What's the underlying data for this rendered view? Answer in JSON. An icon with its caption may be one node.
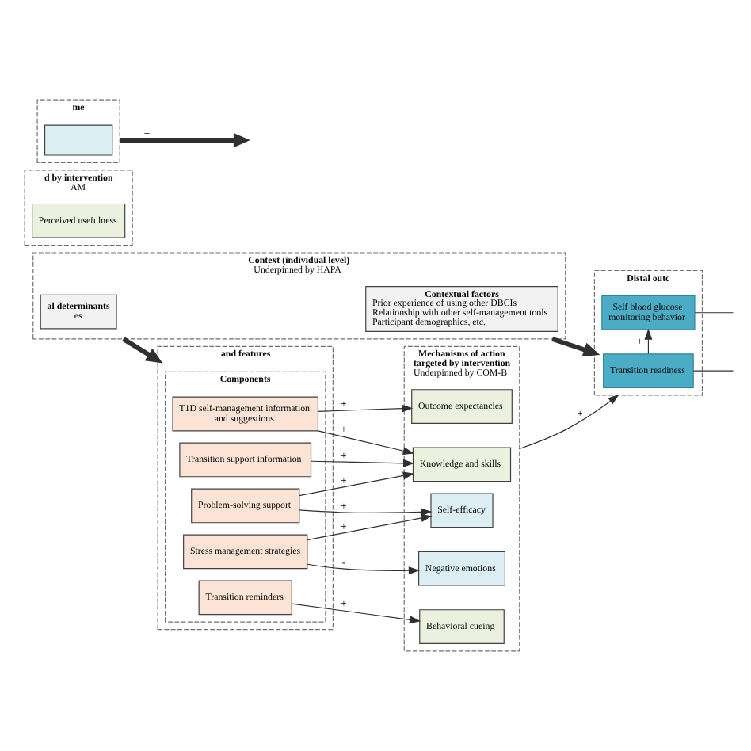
{
  "diagram": {
    "nodes": [
      {
        "text": [
          "Context (individual level)",
          "Underpinned by HAPA"
        ]
      },
      {
        "text": [
          "al determinants",
          "es"
        ],
        "in": 0
      },
      {
        "text": [
          "Contextual factors",
          "Prior experience of using other DBCIs",
          "Relationship with other self-management tools",
          "Participant demographics, etc."
        ],
        "in": 0
      },
      {
        "text": [
          "and features"
        ]
      },
      {
        "text": [
          "Components"
        ],
        "in": 3
      },
      {
        "text": [
          "T1D self-management information and suggestions"
        ],
        "in": 4
      },
      {
        "text": [
          "Transition support information"
        ],
        "in": 4
      },
      {
        "text": [
          "Problem-solving support"
        ],
        "in": 4
      },
      {
        "text": [
          "Stress management strategies"
        ],
        "in": 4
      },
      {
        "text": [
          "Transition reminders"
        ],
        "in": 4
      },
      {
        "text": [
          "Mechanisms of action targeted by intervention",
          "Underpinned by COM-B"
        ]
      },
      {
        "text": [
          "Knowledge and skills"
        ],
        "in": 10
      },
      {
        "text": [
          "Outcome expectancies"
        ],
        "in": 10
      },
      {
        "text": [
          "Self-efficacy"
        ],
        "in": 10
      },
      {
        "text": [
          "Negative emotions"
        ],
        "in": 10
      },
      {
        "text": [
          "Behavioral cueing"
        ],
        "in": 10
      },
      {
        "text": [
          "Distal outc"
        ]
      },
      {
        "text": [
          "Transition readiness"
        ],
        "in": 16
      },
      {
        "text": [
          "Self blood glucose monitoring behavior"
        ],
        "in": 16
      },
      {
        "text": [
          "d by intervention",
          "AM"
        ]
      },
      {
        "text": [
          "Perceived usefulness"
        ],
        "in": 19
      },
      {
        "text": [
          "me"
        ]
      },
      {
        "text": [],
        "shape": "box",
        "in": 21
      }
    ],
    "edges": [
      {
        "from": 0,
        "to": 3,
        "arrow": "to",
        "style": "thick"
      },
      {
        "from": 0,
        "to": 16,
        "arrow": "to",
        "style": "thick"
      },
      {
        "from": 5,
        "to": 11,
        "arrow": "to",
        "label": "+"
      },
      {
        "from": 5,
        "to": 12,
        "arrow": "to",
        "label": "+"
      },
      {
        "from": 6,
        "to": 11,
        "arrow": "to",
        "label": "+"
      },
      {
        "from": 7,
        "to": 11,
        "arrow": "to",
        "label": "+"
      },
      {
        "from": 7,
        "to": 13,
        "arrow": "to",
        "label": "+"
      },
      {
        "from": 8,
        "to": 13,
        "arrow": "to",
        "label": "+"
      },
      {
        "from": 8,
        "to": 14,
        "arrow": "to",
        "label": "-"
      },
      {
        "from": 9,
        "to": 15,
        "arrow": "to",
        "label": "+"
      },
      {
        "from": 10,
        "to": 16,
        "arrow": "to",
        "label": "+"
      },
      {
        "from": 17,
        "to": 18,
        "arrow": "to",
        "label": "+"
      },
      {
        "from": 17,
        "to": null,
        "arrow": "none"
      },
      {
        "from": 18,
        "to": null,
        "arrow": "none"
      },
      {
        "from": 21,
        "to": null,
        "arrow": "to",
        "style": "thick",
        "label": "+"
      }
    ]
  }
}
